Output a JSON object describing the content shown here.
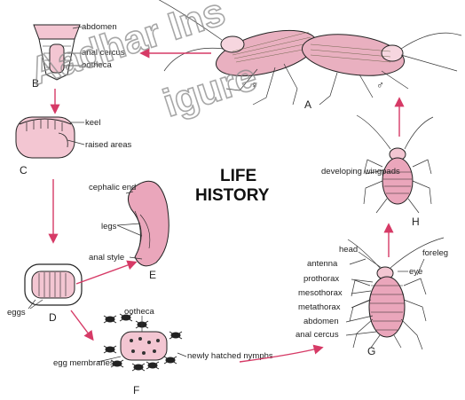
{
  "title": {
    "line1": "LIFE",
    "line2": "HISTORY"
  },
  "watermark": {
    "line1": "Aadhar Ins",
    "line2": "igure"
  },
  "colors": {
    "arrow": "#d63a66",
    "body_fill": "#eaa6bb",
    "light_fill": "#f3c6d2",
    "ink": "#222222"
  },
  "stages": {
    "A": {
      "letter": "A",
      "female_symbol": "♀",
      "male_symbol": "♂"
    },
    "B": {
      "letter": "B",
      "labels": [
        "abdomen",
        "anal cercus",
        "ootheca"
      ]
    },
    "C": {
      "letter": "C",
      "labels": [
        "keel",
        "raised areas"
      ]
    },
    "D": {
      "letter": "D",
      "labels": [
        "eggs"
      ]
    },
    "E": {
      "letter": "E",
      "labels": [
        "cephalic end",
        "legs",
        "anal style"
      ]
    },
    "F": {
      "letter": "F",
      "labels": [
        "ootheca",
        "egg membranes",
        "newly hatched nymphs"
      ]
    },
    "G": {
      "letter": "G",
      "labels": [
        "head",
        "foreleg",
        "antenna",
        "eye",
        "prothorax",
        "mesothorax",
        "metathorax",
        "abdomen",
        "anal cercus"
      ]
    },
    "H": {
      "letter": "H",
      "labels": [
        "developing wingpads"
      ]
    }
  }
}
